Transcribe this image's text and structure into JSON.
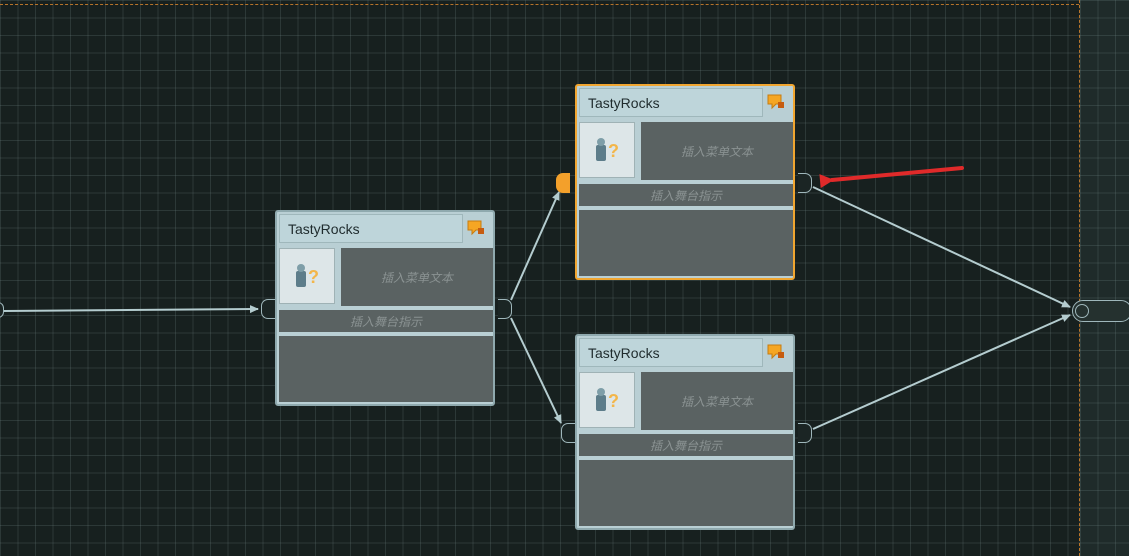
{
  "graph": {
    "nodes": [
      {
        "title": "TastyRocks",
        "menu_text": "插入菜单文本",
        "stage_directions": "插入舞台指示",
        "selected": false
      },
      {
        "title": "TastyRocks",
        "menu_text": "插入菜单文本",
        "stage_directions": "插入舞台指示",
        "selected": true
      },
      {
        "title": "TastyRocks",
        "menu_text": "插入菜单文本",
        "stage_directions": "插入舞台指示",
        "selected": false
      }
    ]
  },
  "icons": {
    "comment": "comment-icon",
    "speaker": "speaker-unknown-icon"
  },
  "colors": {
    "canvas": "#17201f",
    "node_body": "#b9cfd4",
    "selection": "#f0a530",
    "link": "#b4cccf",
    "annotation_arrow": "#e02a2a"
  }
}
